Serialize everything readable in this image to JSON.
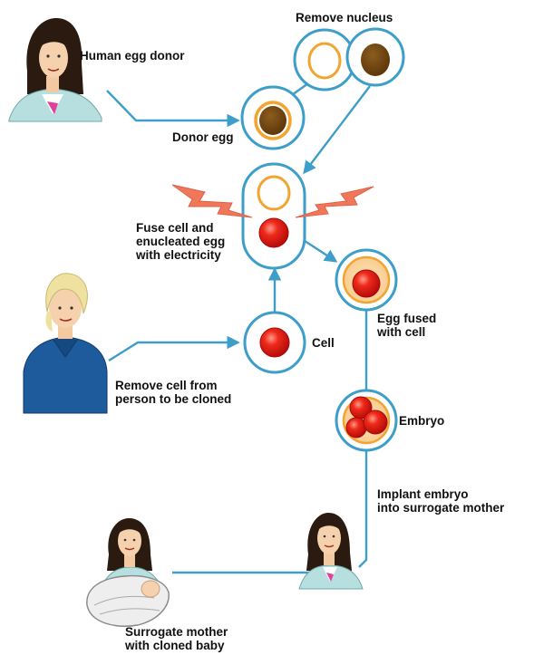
{
  "labels": {
    "egg_donor": "Human egg donor",
    "remove_nucleus": "Remove nucleus",
    "donor_egg": "Donor egg",
    "fuse": [
      "Fuse cell and",
      "enucleated egg",
      "with electricity"
    ],
    "cell": "Cell",
    "egg_fused": [
      "Egg fused",
      "with cell"
    ],
    "remove_cell": [
      "Remove cell from",
      "person to be cloned"
    ],
    "embryo": "Embryo",
    "implant": [
      "Implant embryo",
      "into surrogate mother"
    ],
    "surrogate_baby": [
      "Surrogate mother",
      "with cloned baby"
    ]
  },
  "colors": {
    "arrow": "#3d9ec9",
    "cell_outline": "#3d9ec9",
    "cytoplasm_ring": "#f2a431",
    "nucleus_dark": "#6b4410",
    "nucleus_red": "#e01010",
    "spark": "#f0785a",
    "blouse_teal": "#b7dfe0",
    "sweater_blue": "#1e5b9c"
  },
  "icons": {
    "donor_woman": "woman-portrait-icon",
    "cloned_person": "blonde-person-portrait-icon",
    "surrogate_mother": "woman-portrait-icon",
    "mother_with_baby": "woman-holding-baby-icon",
    "electricity": "lightning-bolt-icon"
  }
}
